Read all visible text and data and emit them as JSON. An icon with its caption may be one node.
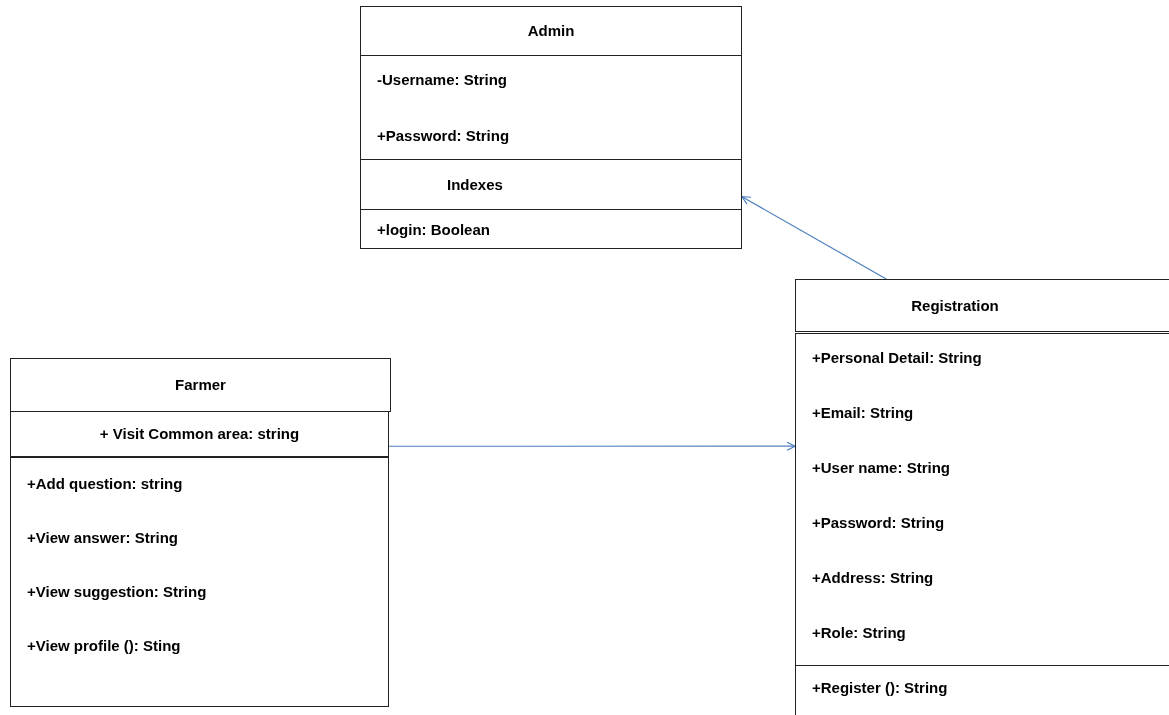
{
  "diagram": {
    "nodes": [
      {
        "text": [
          "Admin"
        ]
      },
      {
        "text": [
          "-Username: String",
          "+Password: String"
        ]
      },
      {
        "text": [
          "Indexes"
        ]
      },
      {
        "text": [
          "+login: Boolean"
        ]
      },
      {
        "text": [
          "Registration"
        ]
      },
      {
        "text": [
          "+Personal Detail: String",
          "+Email: String",
          "+User name: String",
          "+Password: String",
          "+Address: String",
          "+Role: String"
        ]
      },
      {
        "text": [
          "+Register (): String"
        ]
      },
      {
        "text": [
          "Farmer"
        ]
      },
      {
        "text": [
          "+ Visit Common area: string"
        ]
      },
      {
        "text": [
          "+Add question: string",
          "+View answer: String",
          "+View suggestion: String",
          "+View profile (): Sting"
        ]
      }
    ],
    "edges": [
      {
        "from": 4,
        "to": 2,
        "arrow": "to"
      },
      {
        "from": 8,
        "to": 5,
        "arrow": "to"
      }
    ]
  }
}
